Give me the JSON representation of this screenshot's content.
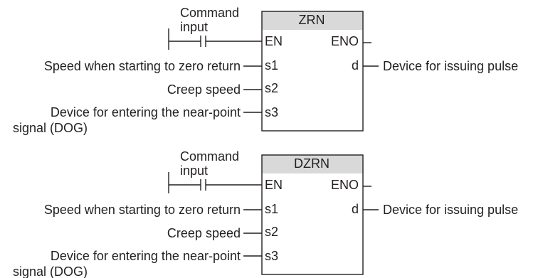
{
  "diagrams": [
    {
      "instruction": "ZRN",
      "command_input": [
        "Command",
        "input"
      ],
      "en": "EN",
      "eno": "ENO",
      "ports": {
        "s1": "s1",
        "s2": "s2",
        "s3": "s3",
        "d": "d"
      },
      "labels": {
        "s1": "Speed when starting to zero return",
        "s2": "Creep speed",
        "s3_line1": "Device for entering the near-point",
        "s3_line2": "signal (DOG)",
        "d": "Device for issuing pulse"
      }
    },
    {
      "instruction": "DZRN",
      "command_input": [
        "Command",
        "input"
      ],
      "en": "EN",
      "eno": "ENO",
      "ports": {
        "s1": "s1",
        "s2": "s2",
        "s3": "s3",
        "d": "d"
      },
      "labels": {
        "s1": "Speed when starting to zero return",
        "s2": "Creep speed",
        "s3_line1": "Device for entering the near-point",
        "s3_line2": "signal (DOG)",
        "d": "Device for issuing pulse"
      }
    }
  ]
}
